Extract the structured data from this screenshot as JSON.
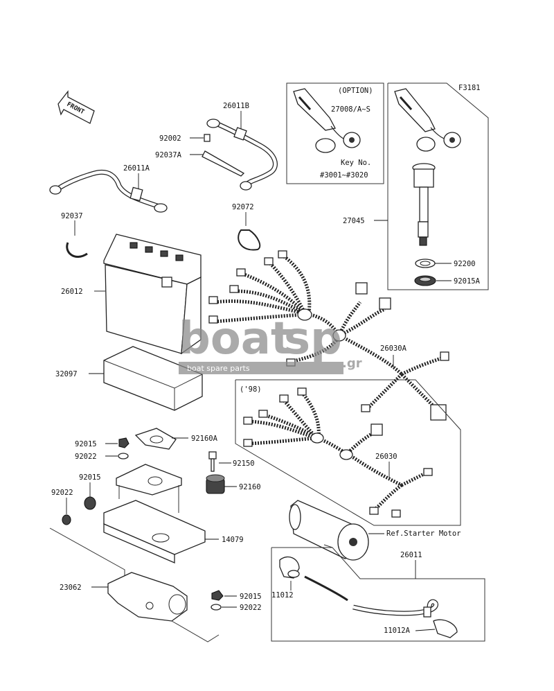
{
  "diagram": {
    "figure_code": "F3181",
    "front_label": "FRONT",
    "watermark": {
      "brand_left": "boat",
      "brand_right": "sp",
      "domain": ".gr",
      "tagline": "boat spare parts"
    },
    "option_box": {
      "title": "(OPTION)",
      "part": "27008/A~S",
      "key_label": "Key No.",
      "key_range": "#3001~#3020"
    },
    "harness_98_label": "('98)",
    "ref_note": "Ref.Starter Motor",
    "labels": {
      "p26011B": "26011B",
      "p92002": "92002",
      "p92037A": "92037A",
      "p26011A": "26011A",
      "p92037": "92037",
      "p92072": "92072",
      "p27045": "27045",
      "p92200": "92200",
      "p92015A": "92015A",
      "p26012": "26012",
      "p26030A": "26030A",
      "p32097": "32097",
      "p92015a": "92015",
      "p92160A": "92160A",
      "p92022a": "92022",
      "p92150": "92150",
      "p92015b": "92015",
      "p92160": "92160",
      "p92022b": "92022",
      "p26030": "26030",
      "p14079": "14079",
      "p23062": "23062",
      "p92015c": "92015",
      "p92022c": "92022",
      "p26011": "26011",
      "p11012": "11012",
      "p11012A": "11012A"
    }
  }
}
